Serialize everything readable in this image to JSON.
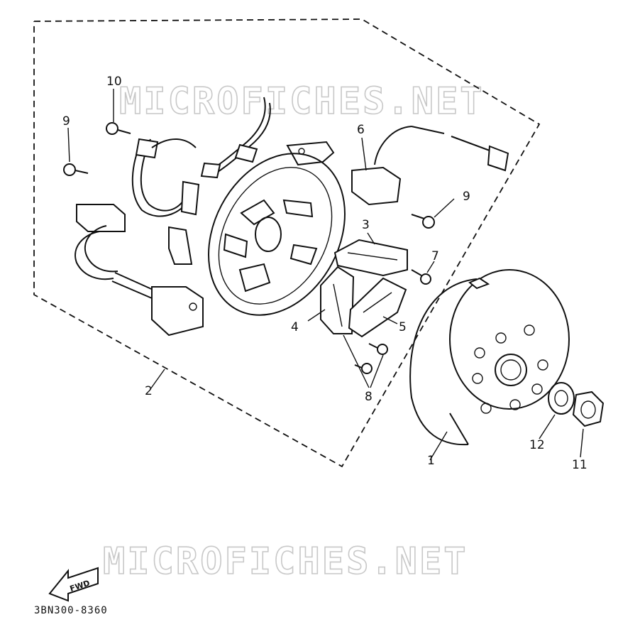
{
  "watermark": {
    "top": "MICROFICHES.NET",
    "bottom": "MICROFICHES.NET"
  },
  "diagram_code": "3BN300-8360",
  "fwd_label": "FWD",
  "callouts": {
    "c1": "1",
    "c2": "2",
    "c3": "3",
    "c4": "4",
    "c5": "5",
    "c6": "6",
    "c7": "7",
    "c8": "8",
    "c9a": "9",
    "c9b": "9",
    "c10": "10",
    "c11": "11",
    "c12": "12"
  }
}
